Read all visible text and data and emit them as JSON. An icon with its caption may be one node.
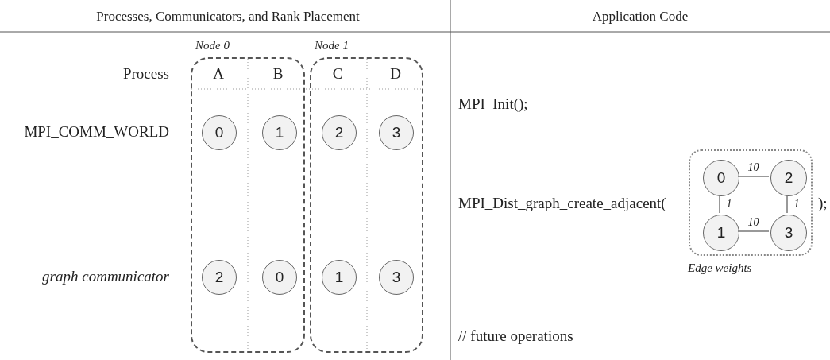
{
  "diagram": {
    "nodes": [
      {
        "text": [
          "Node 0"
        ]
      },
      {
        "text": [
          "0"
        ],
        "in": 0
      },
      {
        "text": [
          "1"
        ],
        "in": 0
      },
      {
        "text": [
          "2"
        ],
        "in": 0
      },
      {
        "text": [
          "0"
        ],
        "in": 0
      },
      {
        "text": [
          "Node 1"
        ]
      },
      {
        "text": [
          "2"
        ],
        "in": 5
      },
      {
        "text": [
          "3"
        ],
        "in": 5
      },
      {
        "text": [
          "1"
        ],
        "in": 5
      },
      {
        "text": [
          "3"
        ],
        "in": 5
      },
      {
        "text": [],
        "shape": "box",
        "beside": [
          "Edge weights"
        ]
      },
      {
        "text": [
          "0"
        ],
        "in": 10
      },
      {
        "text": [
          "2"
        ],
        "in": 10
      },
      {
        "text": [
          "1"
        ],
        "in": 10
      },
      {
        "text": [
          "3"
        ],
        "in": 10
      }
    ],
    "edges": [
      {
        "from": 11,
        "to": 12,
        "arrow": "none",
        "label": "10"
      },
      {
        "from": 11,
        "to": 13,
        "arrow": "none",
        "label": "1"
      },
      {
        "from": 12,
        "to": 14,
        "arrow": "none",
        "label": "1"
      },
      {
        "from": 13,
        "to": 14,
        "arrow": "none",
        "label": "10"
      }
    ],
    "labels": [
      "Processes, Communicators, and Rank Placement",
      "Application Code",
      "Process",
      "A",
      "B",
      "C",
      "D",
      "MPI_COMM_WORLD",
      "MPI_Init();",
      "MPI_Dist_graph_create_adjacent(",
      ");",
      "graph communicator",
      "// future operations"
    ]
  }
}
